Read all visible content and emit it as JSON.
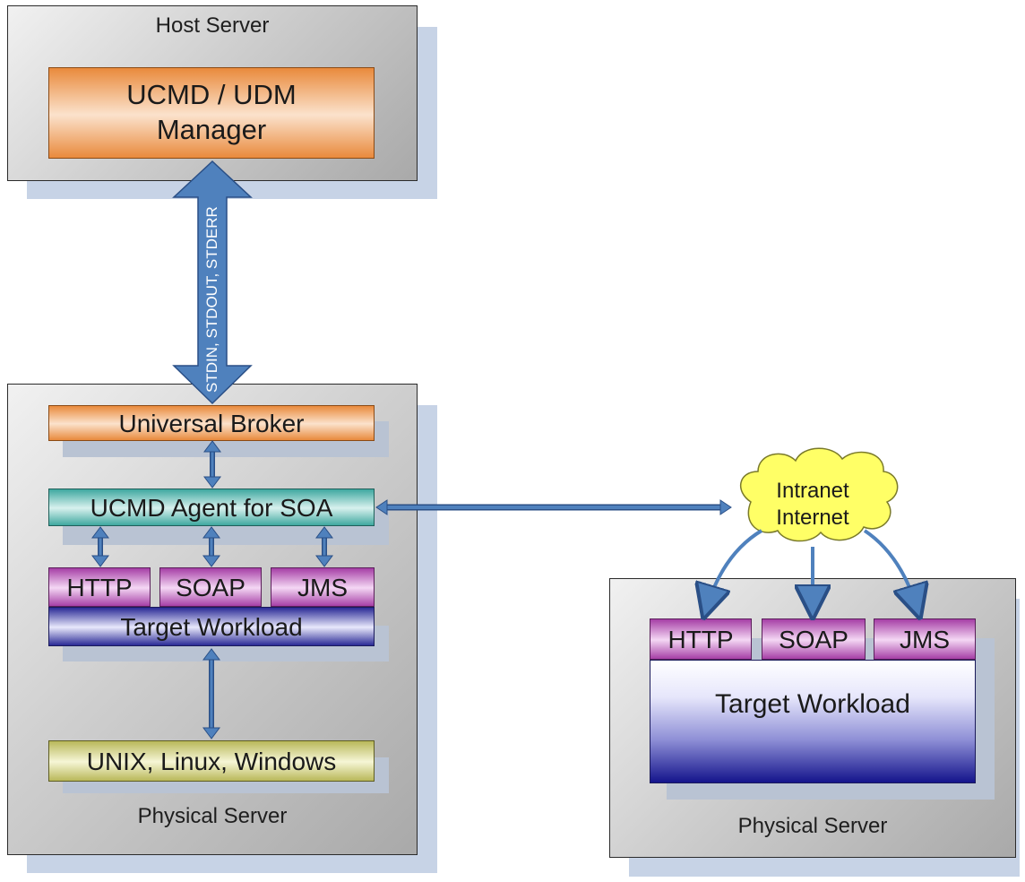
{
  "host_server": {
    "label": "Host Server",
    "manager_line1": "UCMD / UDM",
    "manager_line2": "Manager"
  },
  "stream_label": "STDIN, STDOUT, STDERR",
  "physical_server_left": {
    "label": "Physical Server",
    "broker": "Universal Broker",
    "agent": "UCMD Agent for SOA",
    "protocols": [
      "HTTP",
      "SOAP",
      "JMS"
    ],
    "workload": "Target Workload",
    "os": "UNIX, Linux, Windows"
  },
  "cloud": {
    "line1": "Intranet",
    "line2": "Internet"
  },
  "physical_server_right": {
    "label": "Physical Server",
    "protocols": [
      "HTTP",
      "SOAP",
      "JMS"
    ],
    "workload": "Target Workload"
  },
  "colors": {
    "arrow_fill": "#4f81bd",
    "arrow_stroke": "#2a4f86",
    "shadow": "#c7d3e6",
    "cloud_fill": "#ffff66"
  }
}
